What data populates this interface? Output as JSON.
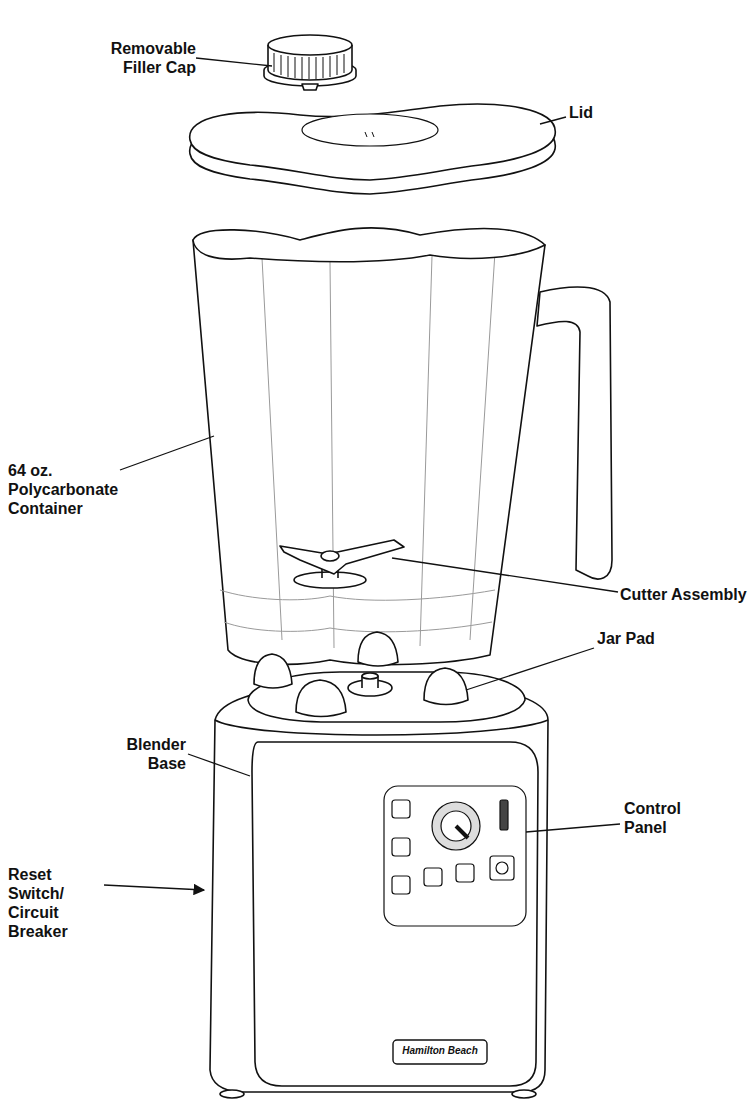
{
  "diagram": {
    "labels": [
      "Removable Filler Cap",
      "Lid",
      "64 oz. Polycarbonate Container",
      "Cutter Assembly",
      "Jar Pad",
      "Blender Base",
      "Control Panel",
      "Reset Switch/ Circuit Breaker",
      "Hamilton Beach"
    ]
  }
}
